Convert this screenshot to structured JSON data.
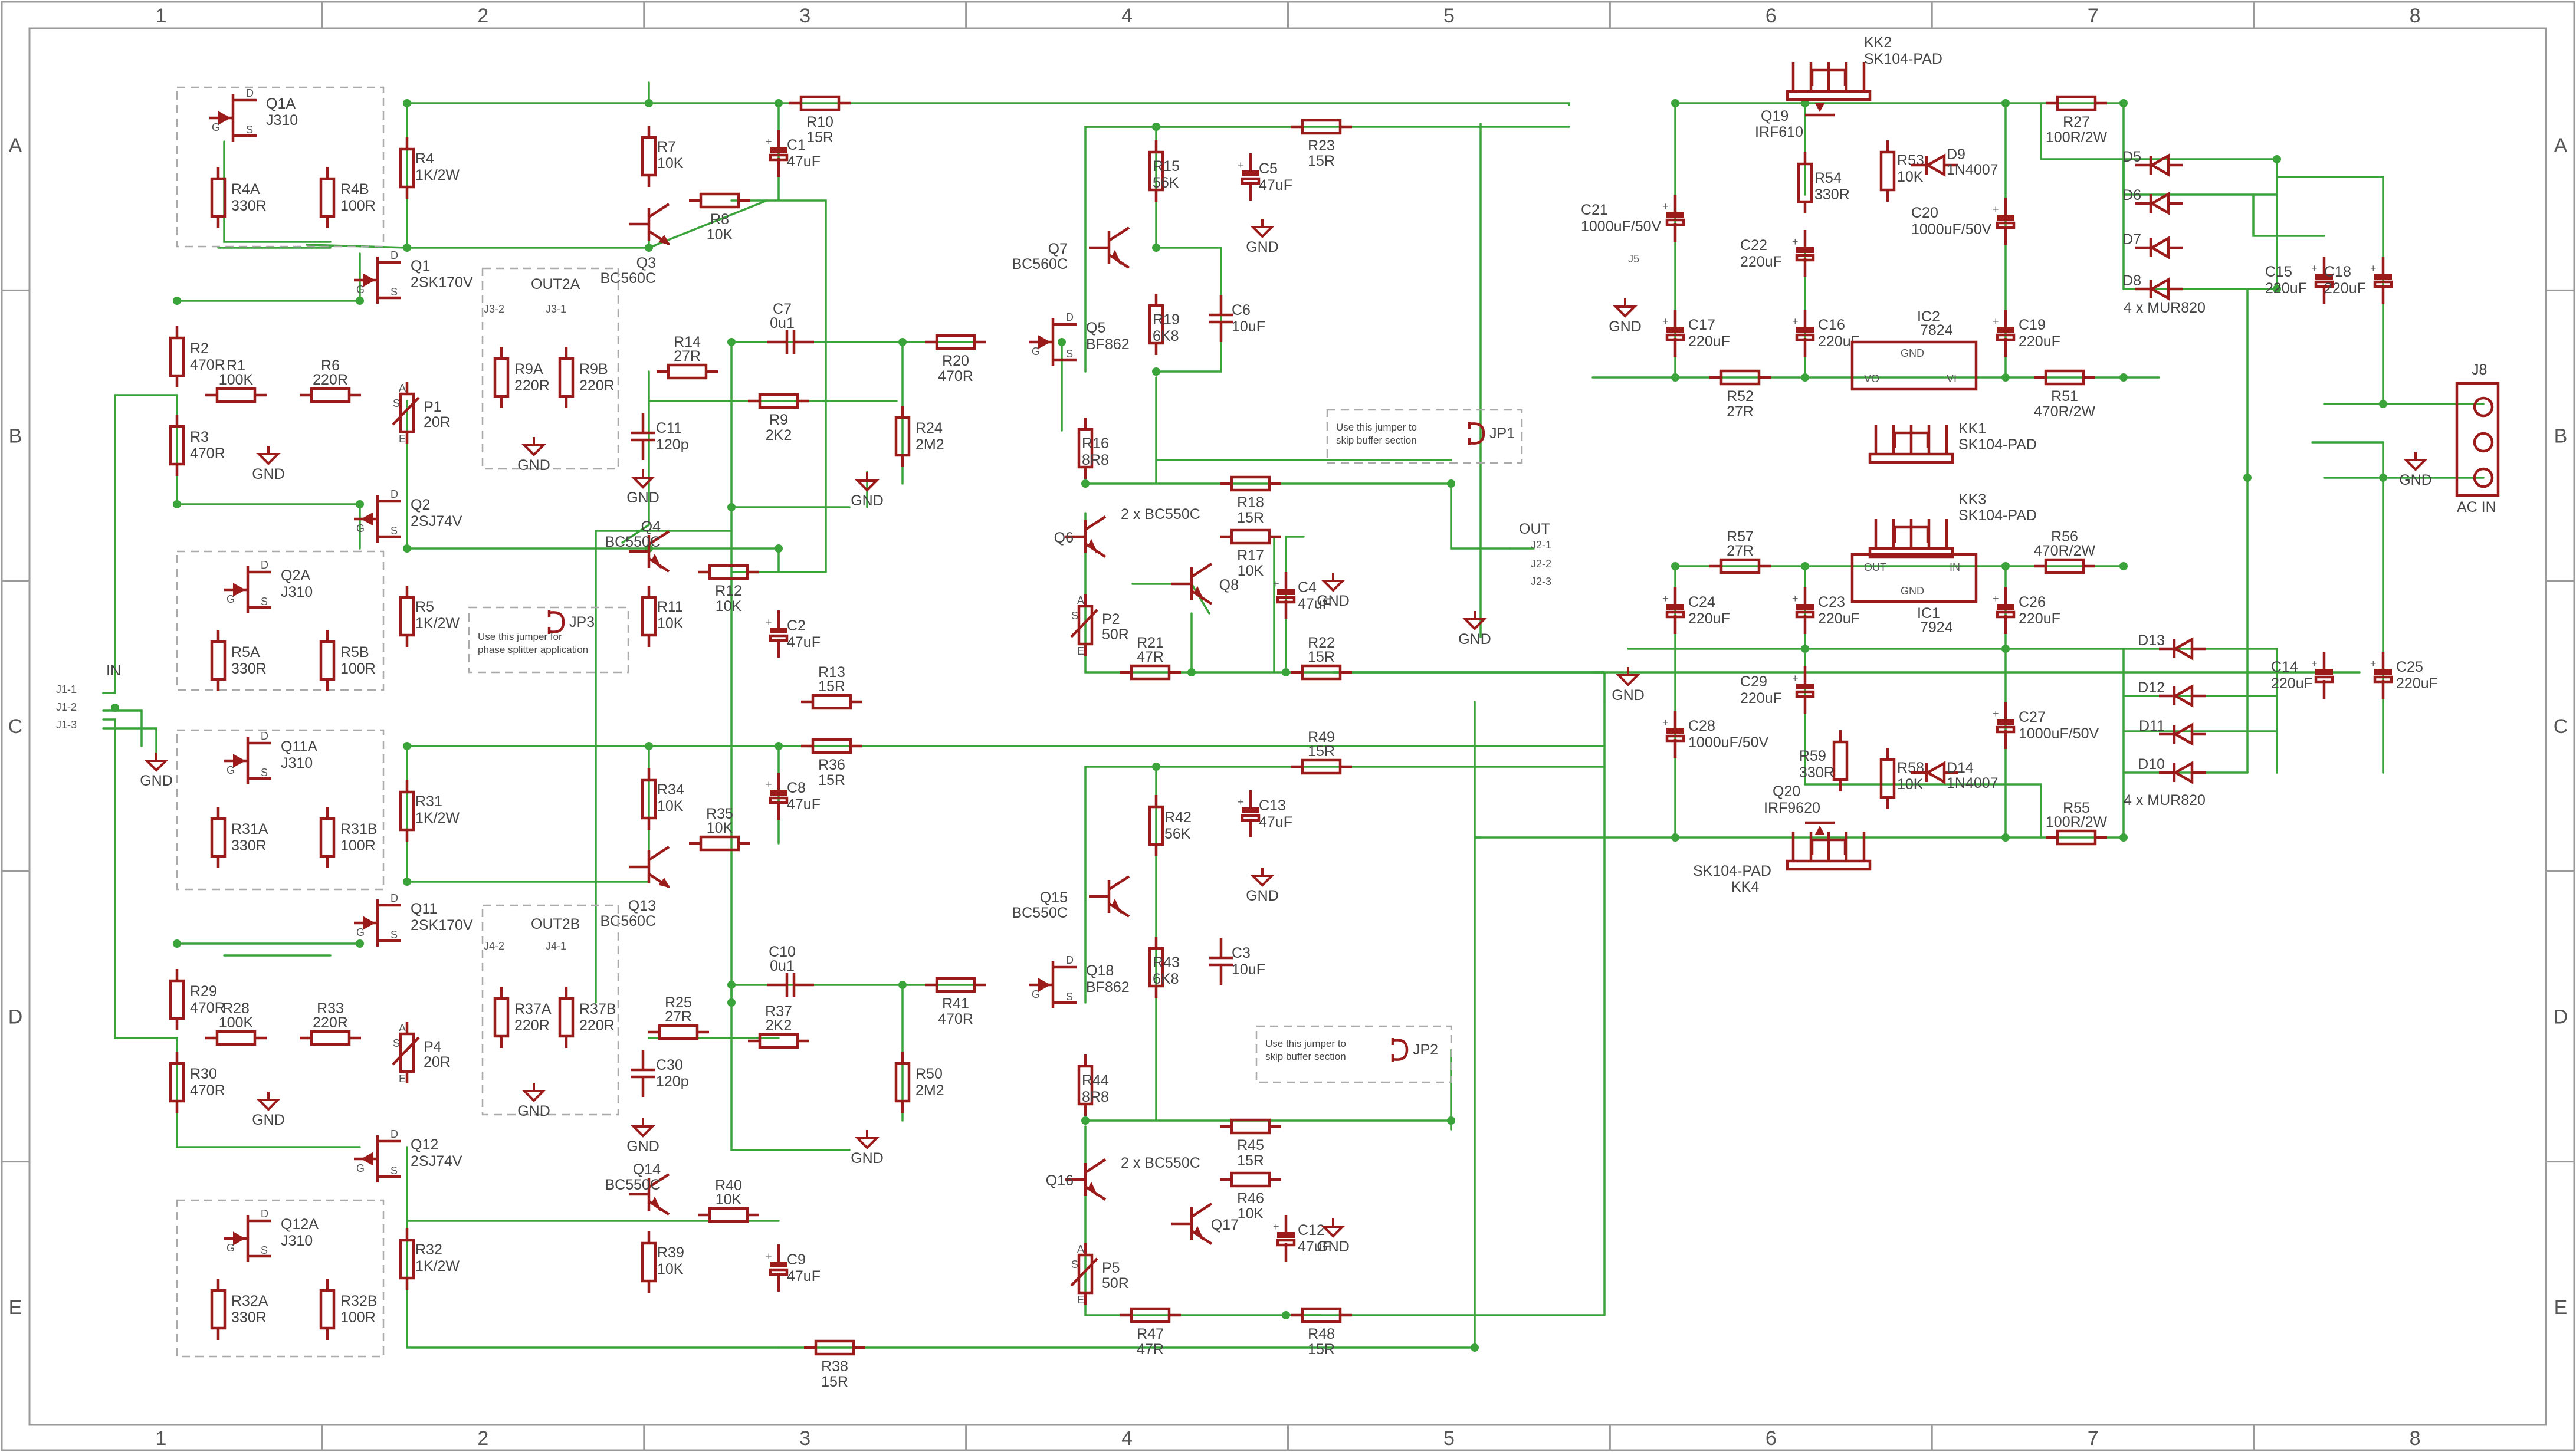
{
  "colors": {
    "wire": "#3aa33a",
    "component": "#9b1b1b",
    "frame": "#9a9a9a",
    "text": "#444444"
  },
  "grid": {
    "cols": [
      "1",
      "2",
      "3",
      "4",
      "5",
      "6",
      "7",
      "8"
    ],
    "rows": [
      "A",
      "B",
      "C",
      "D",
      "E"
    ]
  },
  "components": [
    {
      "ref": "R4A",
      "val": "330R"
    },
    {
      "ref": "R4B",
      "val": "100R"
    },
    {
      "ref": "R4",
      "val": "1K/2W"
    },
    {
      "ref": "R7",
      "val": "10K"
    },
    {
      "ref": "R8",
      "val": "10K"
    },
    {
      "ref": "R10",
      "val": "15R"
    },
    {
      "ref": "C1",
      "val": "47uF"
    },
    {
      "ref": "R2",
      "val": "470R"
    },
    {
      "ref": "R1",
      "val": "100K"
    },
    {
      "ref": "R6",
      "val": "220R"
    },
    {
      "ref": "R3",
      "val": "470R"
    },
    {
      "ref": "R9A",
      "val": "220R"
    },
    {
      "ref": "R9B",
      "val": "220R"
    },
    {
      "ref": "C7",
      "val": "0u1"
    },
    {
      "ref": "R14",
      "val": "27R"
    },
    {
      "ref": "C11",
      "val": "120p"
    },
    {
      "ref": "R9",
      "val": "2K2"
    },
    {
      "ref": "R24",
      "val": "2M2"
    },
    {
      "ref": "R20",
      "val": "470R"
    },
    {
      "ref": "R15",
      "val": "56K"
    },
    {
      "ref": "R23",
      "val": "15R"
    },
    {
      "ref": "C5",
      "val": "47uF"
    },
    {
      "ref": "R19",
      "val": "6K8"
    },
    {
      "ref": "C6",
      "val": "10uF"
    },
    {
      "ref": "R16",
      "val": "8R8"
    },
    {
      "ref": "R18",
      "val": "15R"
    },
    {
      "ref": "R17",
      "val": "10K"
    },
    {
      "ref": "C4",
      "val": "47uF"
    },
    {
      "ref": "R21",
      "val": "47R"
    },
    {
      "ref": "R22",
      "val": "15R"
    },
    {
      "ref": "R5A",
      "val": "330R"
    },
    {
      "ref": "R5B",
      "val": "100R"
    },
    {
      "ref": "R5",
      "val": "1K/2W"
    },
    {
      "ref": "R11",
      "val": "10K"
    },
    {
      "ref": "R12",
      "val": "10K"
    },
    {
      "ref": "C2",
      "val": "47uF"
    },
    {
      "ref": "R13",
      "val": "15R"
    },
    {
      "ref": "R31A",
      "val": "330R"
    },
    {
      "ref": "R31B",
      "val": "100R"
    },
    {
      "ref": "R31",
      "val": "1K/2W"
    },
    {
      "ref": "R34",
      "val": "10K"
    },
    {
      "ref": "R35",
      "val": "10K"
    },
    {
      "ref": "R36",
      "val": "15R"
    },
    {
      "ref": "C8",
      "val": "47uF"
    },
    {
      "ref": "R29",
      "val": "470R"
    },
    {
      "ref": "R28",
      "val": "100K"
    },
    {
      "ref": "R33",
      "val": "220R"
    },
    {
      "ref": "R30",
      "val": "470R"
    },
    {
      "ref": "R37A",
      "val": "220R"
    },
    {
      "ref": "R37B",
      "val": "220R"
    },
    {
      "ref": "C10",
      "val": "0u1"
    },
    {
      "ref": "R25",
      "val": "27R"
    },
    {
      "ref": "C30",
      "val": "120p"
    },
    {
      "ref": "R37",
      "val": "2K2"
    },
    {
      "ref": "R50",
      "val": "2M2"
    },
    {
      "ref": "R41",
      "val": "470R"
    },
    {
      "ref": "R42",
      "val": "56K"
    },
    {
      "ref": "R49",
      "val": "15R"
    },
    {
      "ref": "C13",
      "val": "47uF"
    },
    {
      "ref": "R43",
      "val": "6K8"
    },
    {
      "ref": "C3",
      "val": "10uF"
    },
    {
      "ref": "R44",
      "val": "8R8"
    },
    {
      "ref": "R45",
      "val": "15R"
    },
    {
      "ref": "R46",
      "val": "10K"
    },
    {
      "ref": "C12",
      "val": "47uF"
    },
    {
      "ref": "R47",
      "val": "47R"
    },
    {
      "ref": "R48",
      "val": "15R"
    },
    {
      "ref": "R32A",
      "val": "330R"
    },
    {
      "ref": "R32B",
      "val": "100R"
    },
    {
      "ref": "R32",
      "val": "1K/2W"
    },
    {
      "ref": "R39",
      "val": "10K"
    },
    {
      "ref": "R40",
      "val": "10K"
    },
    {
      "ref": "C9",
      "val": "47uF"
    },
    {
      "ref": "R38",
      "val": "15R"
    },
    {
      "ref": "R54",
      "val": "330R"
    },
    {
      "ref": "R53",
      "val": "10K"
    },
    {
      "ref": "C21",
      "val": "1000uF/50V"
    },
    {
      "ref": "C22",
      "val": "220uF"
    },
    {
      "ref": "C20",
      "val": "1000uF/50V"
    },
    {
      "ref": "R27",
      "val": "100R/2W"
    },
    {
      "ref": "C17",
      "val": "220uF"
    },
    {
      "ref": "C16",
      "val": "220uF"
    },
    {
      "ref": "C19",
      "val": "220uF"
    },
    {
      "ref": "R52",
      "val": "27R"
    },
    {
      "ref": "R51",
      "val": "470R/2W"
    },
    {
      "ref": "C15",
      "val": "220uF"
    },
    {
      "ref": "C18",
      "val": "220uF"
    },
    {
      "ref": "R57",
      "val": "27R"
    },
    {
      "ref": "R56",
      "val": "470R/2W"
    },
    {
      "ref": "C24",
      "val": "220uF"
    },
    {
      "ref": "C23",
      "val": "220uF"
    },
    {
      "ref": "C26",
      "val": "220uF"
    },
    {
      "ref": "C29",
      "val": "220uF"
    },
    {
      "ref": "C28",
      "val": "1000uF/50V"
    },
    {
      "ref": "C27",
      "val": "1000uF/50V"
    },
    {
      "ref": "R59",
      "val": "330R"
    },
    {
      "ref": "R58",
      "val": "10K"
    },
    {
      "ref": "R55",
      "val": "100R/2W"
    },
    {
      "ref": "C14",
      "val": "220uF"
    },
    {
      "ref": "C25",
      "val": "220uF"
    }
  ],
  "semis": [
    {
      "ref": "Q1A",
      "val": "J310"
    },
    {
      "ref": "Q1",
      "val": "2SK170V"
    },
    {
      "ref": "Q2",
      "val": "2SJ74V"
    },
    {
      "ref": "Q2A",
      "val": "J310"
    },
    {
      "ref": "Q3",
      "val": "BC560C"
    },
    {
      "ref": "Q4",
      "val": "BC550C"
    },
    {
      "ref": "Q5",
      "val": "BF862"
    },
    {
      "ref": "Q7",
      "val": "BC560C"
    },
    {
      "ref": "Q6",
      "val": ""
    },
    {
      "ref": "Q8",
      "val": ""
    },
    {
      "ref": "Q6Q8",
      "val": "2 x BC550C"
    },
    {
      "ref": "Q11A",
      "val": "J310"
    },
    {
      "ref": "Q11",
      "val": "2SK170V"
    },
    {
      "ref": "Q12",
      "val": "2SJ74V"
    },
    {
      "ref": "Q12A",
      "val": "J310"
    },
    {
      "ref": "Q13",
      "val": "BC560C"
    },
    {
      "ref": "Q14",
      "val": "BC550C"
    },
    {
      "ref": "Q15",
      "val": "BC550C"
    },
    {
      "ref": "Q18",
      "val": "BF862"
    },
    {
      "ref": "Q16",
      "val": ""
    },
    {
      "ref": "Q17",
      "val": ""
    },
    {
      "ref": "Q16Q17",
      "val": "2 x BC550C"
    },
    {
      "ref": "Q19",
      "val": "IRF610"
    },
    {
      "ref": "Q20",
      "val": "IRF9620"
    },
    {
      "ref": "D9",
      "val": "1N4007"
    },
    {
      "ref": "D14",
      "val": "1N4007"
    },
    {
      "ref": "IC2",
      "val": "7824"
    },
    {
      "ref": "IC1",
      "val": "7924"
    },
    {
      "ref": "KK1",
      "val": "SK104-PAD"
    },
    {
      "ref": "KK2",
      "val": "SK104-PAD"
    },
    {
      "ref": "KK3",
      "val": "SK104-PAD"
    },
    {
      "ref": "KK4",
      "val": "SK104-PAD"
    },
    {
      "ref": "D5D8",
      "val": "4 x MUR820"
    },
    {
      "ref": "D10D13",
      "val": "4 x MUR820"
    },
    {
      "ref": "P1",
      "val": "20R"
    },
    {
      "ref": "P2",
      "val": "50R"
    },
    {
      "ref": "P4",
      "val": "20R"
    },
    {
      "ref": "P5",
      "val": "50R"
    }
  ],
  "labels": {
    "in": "IN",
    "out": "OUT",
    "ac_in": "AC IN",
    "gnd": "GND",
    "out2a": "OUT2A",
    "out2b": "OUT2B",
    "j1_1": "J1-1",
    "j1_2": "J1-2",
    "j1_3": "J1-3",
    "j2_1": "J2-1",
    "j2_2": "J2-2",
    "j2_3": "J2-3",
    "j3_1": "J3-1",
    "j3_2": "J3-2",
    "j4_1": "J4-1",
    "j4_2": "J4-2",
    "j5": "J5",
    "j8": "J8",
    "jp1": "JP1",
    "jp2": "JP2",
    "jp3": "JP3",
    "d5": "D5",
    "d6": "D6",
    "d7": "D7",
    "d8": "D8",
    "d10": "D10",
    "d11": "D11",
    "d12": "D12",
    "d13": "D13",
    "note_buffer": [
      "Use this jumper to",
      "skip buffer section"
    ],
    "note_phase": [
      "Use this jumper for",
      "phase splitter application"
    ],
    "ic_pins": {
      "gnd": "GND",
      "vo": "VO",
      "vi": "VI",
      "out": "OUT",
      "in": "IN"
    }
  }
}
